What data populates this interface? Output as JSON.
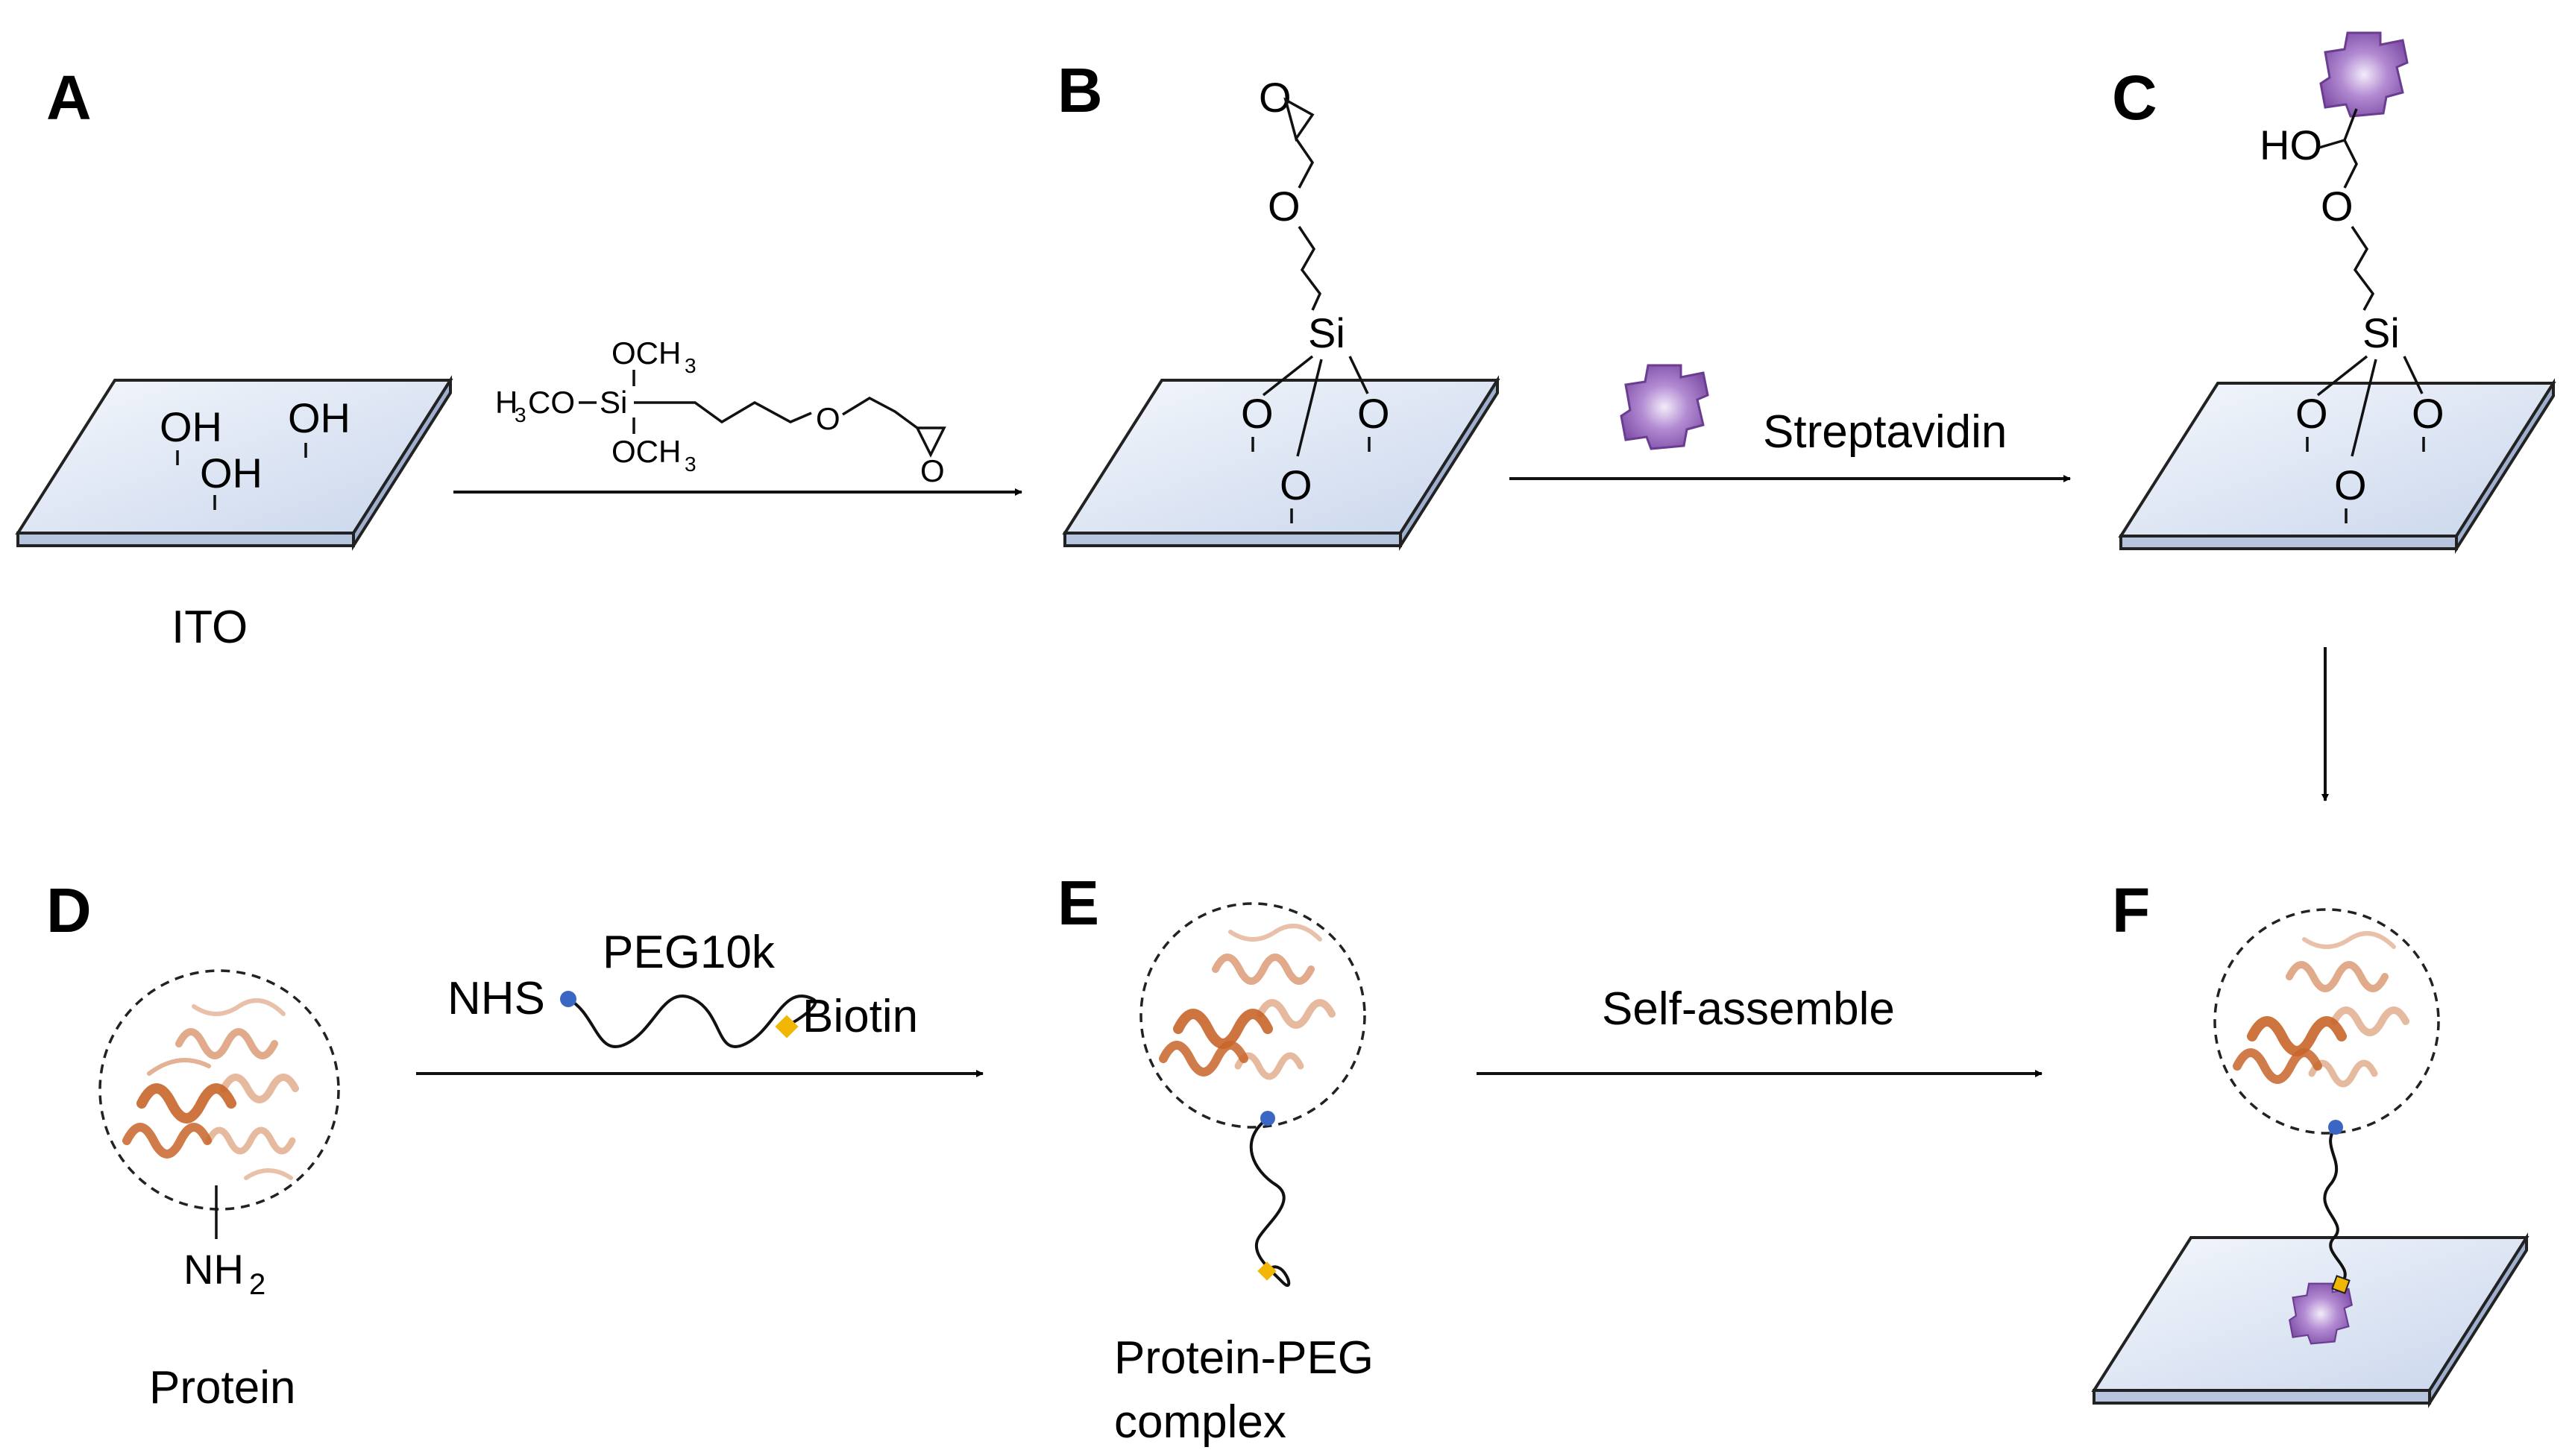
{
  "panels": {
    "a": "A",
    "b": "B",
    "c": "C",
    "d": "D",
    "e": "E",
    "f": "F"
  },
  "labels": {
    "ito": "ITO",
    "streptavidin": "Streptavidin",
    "self_assemble": "Self-assemble",
    "protein": "Protein",
    "protein_peg_line1": "Protein-PEG",
    "protein_peg_line2": "complex",
    "peg10k": "PEG10k",
    "nhs": "NHS",
    "biotin": "Biotin"
  },
  "chem": {
    "oh": "OH",
    "o": "O",
    "ho": "HO",
    "si": "Si",
    "och3": "OCH",
    "h3co": "H",
    "h3co_rest": "CO",
    "sub3": "3",
    "nh2": "NH",
    "sub2": "2"
  },
  "colors": {
    "surface_top": "#dce4f2",
    "surface_edge": "#aebfd9",
    "streptavidin": "#8a5bb0",
    "streptavidin_light": "#e9dcf5",
    "protein": "#c8652a",
    "nhs_dot": "#3b67c4",
    "biotin_diamond": "#f2b705"
  }
}
